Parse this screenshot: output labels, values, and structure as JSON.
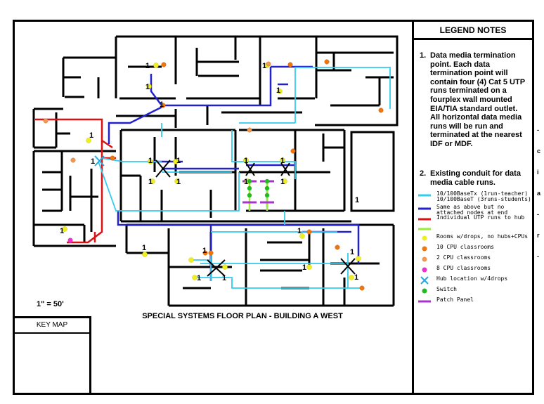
{
  "plan_title": "SPECIAL SYSTEMS FLOOR PLAN - BUILDING A WEST",
  "scale": "1\" = 50'",
  "key_map_title": "KEY MAP",
  "legend": {
    "title": "LEGEND NOTES",
    "note1_num": "1.",
    "note1_text": "Data media termination point.  Each data termination point will contain four (4) Cat 5 UTP runs terminated on a fourplex wall mounted EIA/TIA standard outlet. All horizontal data media runs will be run and terminated at the nearest IDF or MDF.",
    "note2_num": "2.",
    "note2_text": "Existing conduit for data media cable runs.",
    "items": [
      {
        "label": "10/100BaseTx (1run-teacher)\n10/100BaseT (3runs-students)",
        "color": "#33ccee",
        "kind": "line"
      },
      {
        "label": "Same as above but no\nattached nodes at end",
        "color": "#2222cc",
        "kind": "line"
      },
      {
        "label": "Individual UTP runs to hub",
        "color": "#dd1111",
        "kind": "line"
      },
      {
        "label": "",
        "color": "#99ee33",
        "kind": "line"
      },
      {
        "label": "Rooms w/drops, no hubs+CPUs",
        "color": "#eeee22",
        "kind": "dot"
      },
      {
        "label": "10 CPU classrooms",
        "color": "#ee7711",
        "kind": "dot"
      },
      {
        "label": "2 CPU classrooms",
        "color": "#ee9955",
        "kind": "dot"
      },
      {
        "label": "8 CPU classrooms",
        "color": "#ee33cc",
        "kind": "dot"
      },
      {
        "label": "Hub location w/4drops",
        "color": "#22aadd",
        "kind": "x"
      },
      {
        "label": "Switch",
        "color": "#22bb22",
        "kind": "dot"
      },
      {
        "label": "Patch Panel",
        "color": "#aa33cc",
        "kind": "bar"
      }
    ]
  },
  "side_marks": [
    "-",
    "c",
    "i",
    "a",
    "-",
    "r",
    "-"
  ],
  "point_label": "1"
}
